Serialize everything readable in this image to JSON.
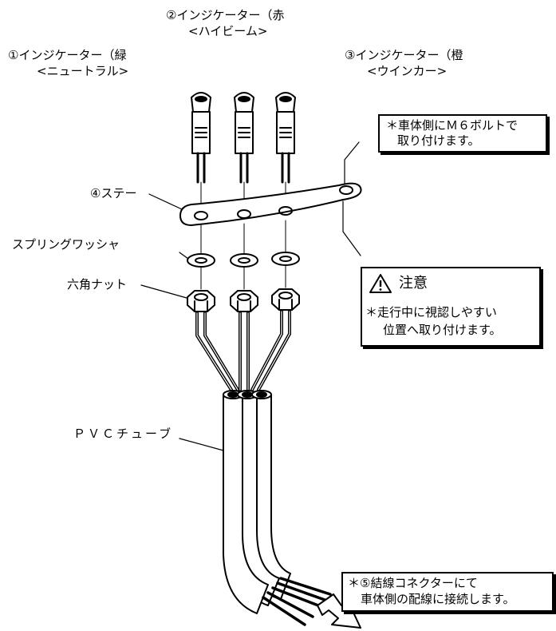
{
  "labels": {
    "indicator1": {
      "line1": "①インジケーター（緑",
      "line2": "<ニュートラル>"
    },
    "indicator2": {
      "line1": "②インジケーター（赤",
      "line2": "<ハイビーム>"
    },
    "indicator3": {
      "line1": "③インジケーター（橙",
      "line2": "<ウインカー>"
    },
    "stay": "④ステー",
    "spring_washer": "スプリングワッシャ",
    "hex_nut": "六角ナット",
    "pvc_tube": "ＰＶＣチューブ"
  },
  "notes": {
    "bolt": {
      "line1": "＊車体側にＭ６ボルトで",
      "line2": "取り付けます。"
    },
    "caution": {
      "title": "注意",
      "line1": "＊走行中に視認しやすい",
      "line2": "位置へ取り付けます。"
    },
    "connector": {
      "line1": "＊⑤結線コネクターにて",
      "line2": "車体側の配線に接続します。"
    }
  },
  "icons": {
    "warning": "warning-triangle-icon",
    "direction": "arrow-down-right-icon"
  }
}
